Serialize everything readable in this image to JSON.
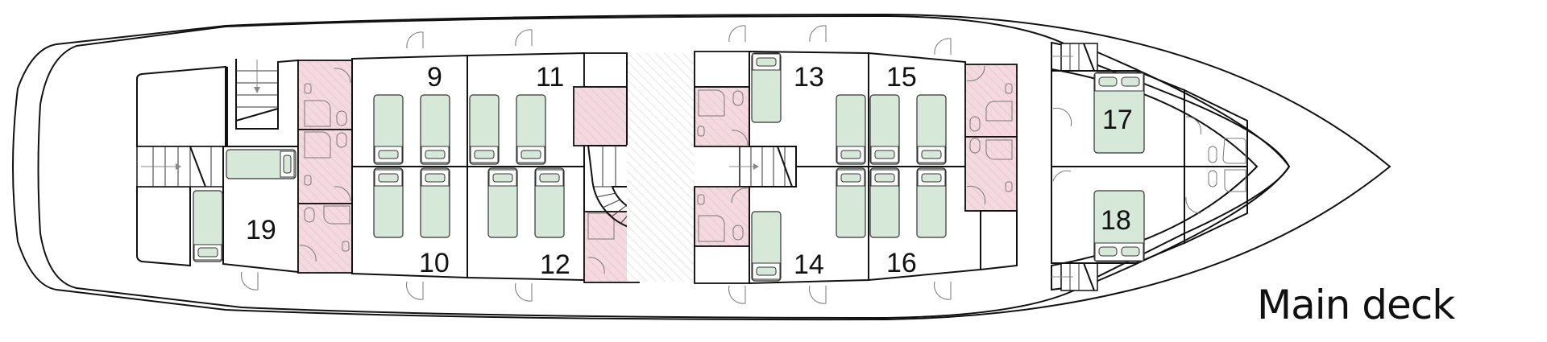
{
  "title": "Main deck",
  "colors": {
    "hull_hatch": "#e4e4e4",
    "cabin_fill": "#f6f1de",
    "bathroom_fill": "#f2d6de",
    "bed_fill": "#d6e8d8",
    "outline": "#111111"
  },
  "cabins": [
    {
      "number": "9"
    },
    {
      "number": "10"
    },
    {
      "number": "11"
    },
    {
      "number": "12"
    },
    {
      "number": "13"
    },
    {
      "number": "14"
    },
    {
      "number": "15"
    },
    {
      "number": "16"
    },
    {
      "number": "17"
    },
    {
      "number": "18"
    },
    {
      "number": "19"
    }
  ],
  "icons": [
    "stairs-icon",
    "arrow-icon",
    "bed-icon",
    "toilet-icon",
    "shower-icon",
    "door-icon",
    "sink-icon"
  ]
}
